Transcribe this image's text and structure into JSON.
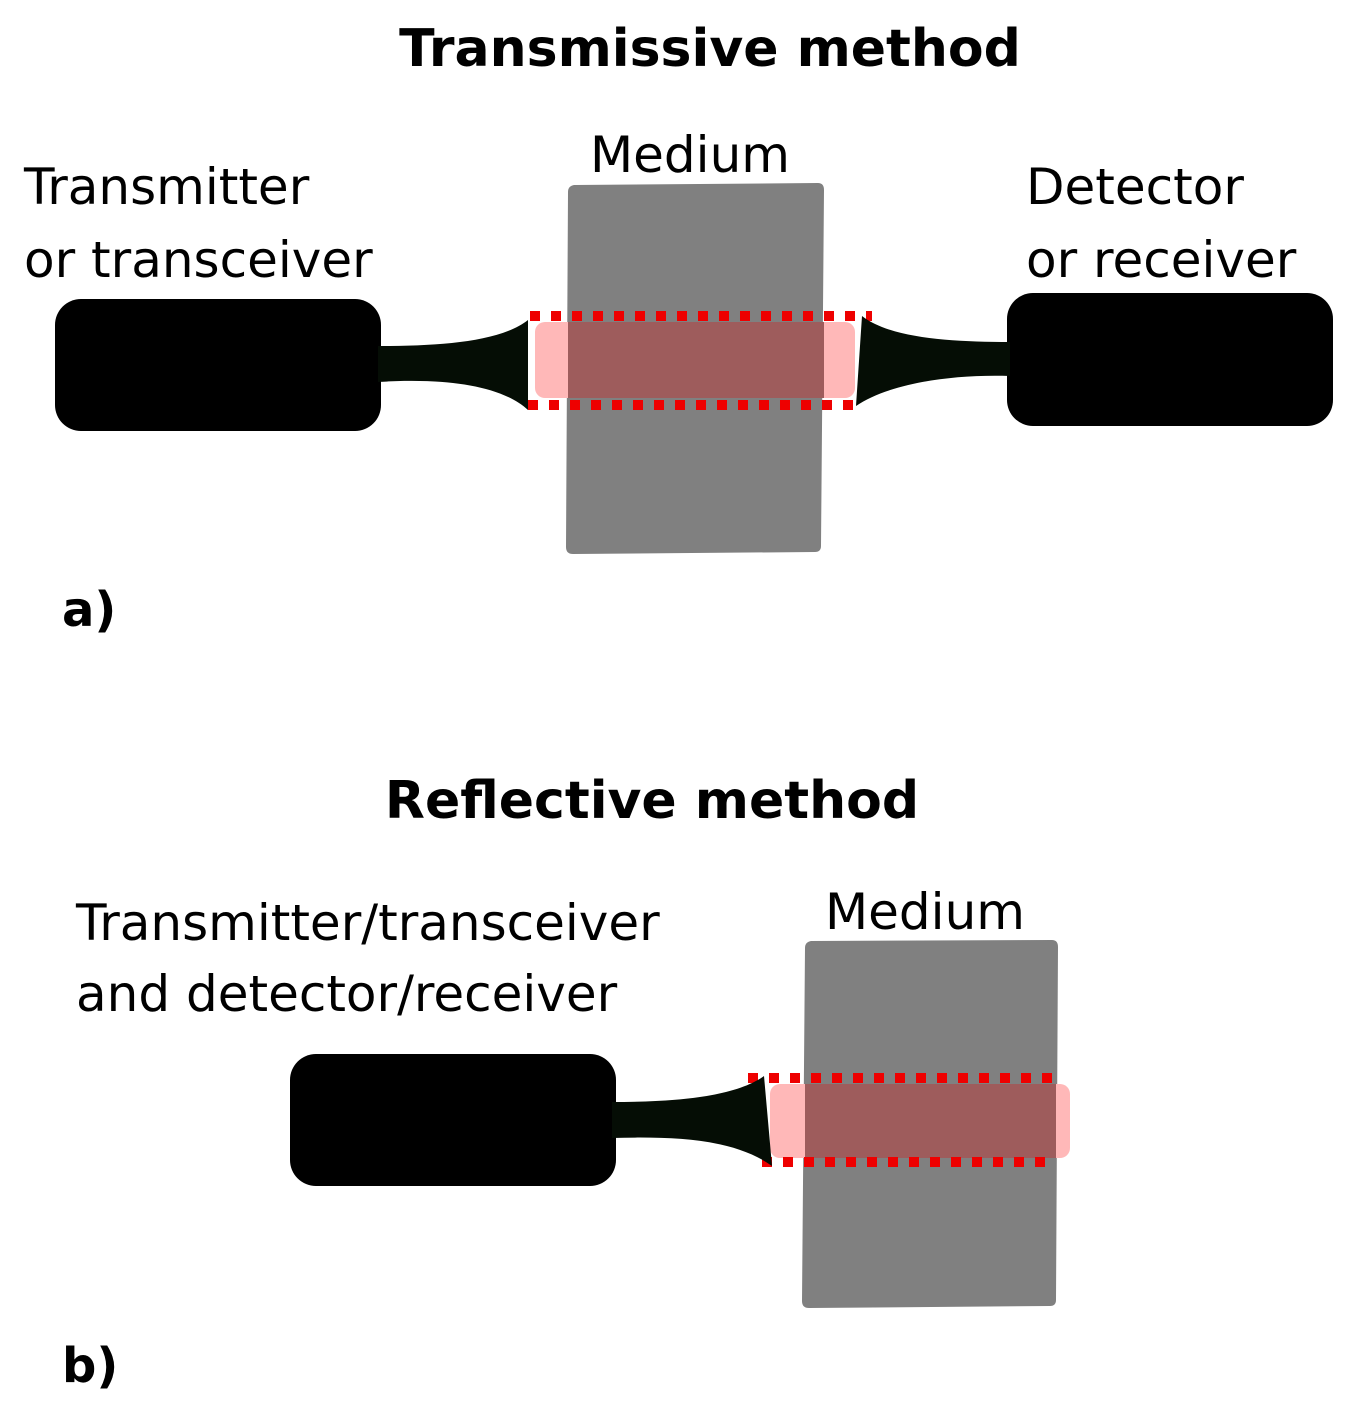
{
  "panel_a": {
    "title": "Transmissive method",
    "medium_label": "Medium",
    "transmitter_label_line1": "Transmitter",
    "transmitter_label_line2": "or transceiver",
    "detector_label_line1": "Detector",
    "detector_label_line2": "or receiver",
    "panel_label": "a)"
  },
  "panel_b": {
    "title": "Reflective method",
    "medium_label": "Medium",
    "device_label_line1": "Transmitter/transceiver",
    "device_label_line2": "and detector/receiver",
    "panel_label": "b)"
  },
  "colors": {
    "device": "#000000",
    "fiber": "#050d05",
    "medium": "#808080",
    "beam_outside": "#ffb8b8",
    "beam_inside": "#9e5c5c",
    "beam_border": "#ee0000"
  }
}
